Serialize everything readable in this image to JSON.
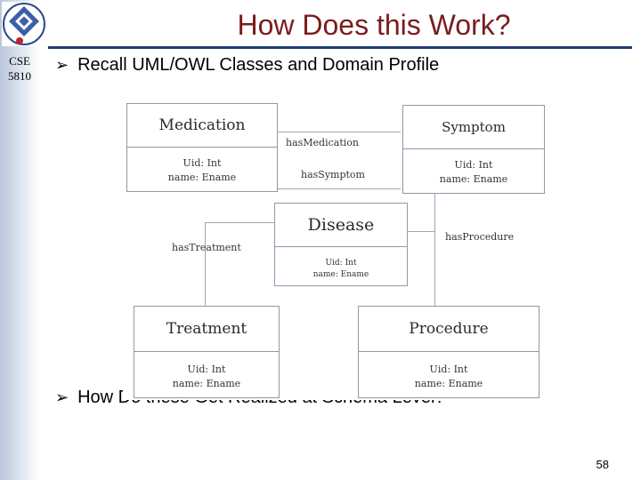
{
  "slide": {
    "title": "How Does this Work?",
    "course": [
      "CSE",
      "5810"
    ],
    "bullets": [
      "Recall UML/OWL Classes and Domain Profile",
      "How Do these Get Realized at Schema Level?"
    ],
    "page_number": "58"
  },
  "diagram": {
    "classes": [
      {
        "name": "Medication",
        "attrs": [
          "Uid: Int",
          "name: Ename"
        ]
      },
      {
        "name": "Symptom",
        "attrs": [
          "Uid: Int",
          "name: Ename"
        ]
      },
      {
        "name": "Disease",
        "attrs": [
          "Uid: Int",
          "name: Ename"
        ]
      },
      {
        "name": "Treatment",
        "attrs": [
          "Uid: Int",
          "name: Ename"
        ]
      },
      {
        "name": "Procedure",
        "attrs": [
          "Uid: Int",
          "name: Ename"
        ]
      }
    ],
    "relations": [
      "hasMedication",
      "hasSymptom",
      "hasTreatment",
      "hasProcedure"
    ]
  }
}
